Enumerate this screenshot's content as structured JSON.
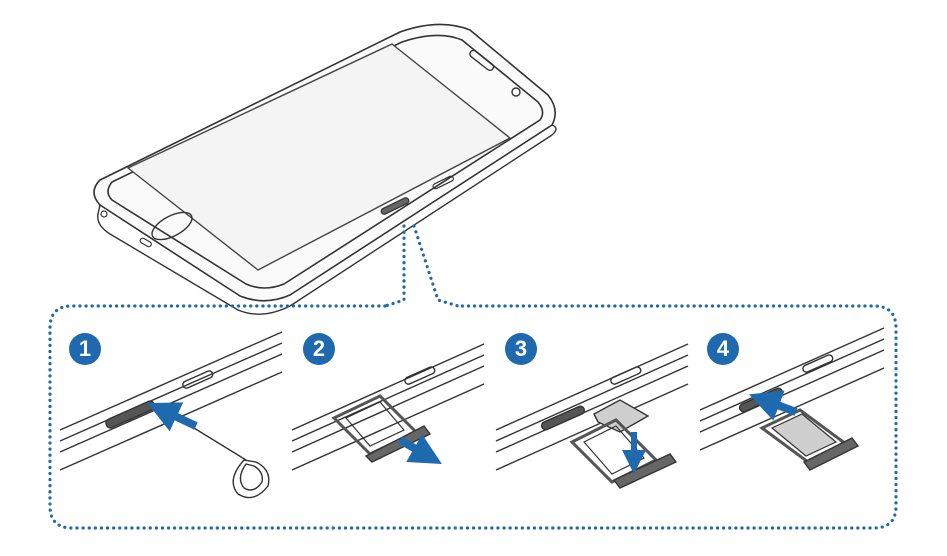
{
  "steps": [
    {
      "number": "1"
    },
    {
      "number": "2"
    },
    {
      "number": "3"
    },
    {
      "number": "4"
    }
  ],
  "colors": {
    "outline": "#333333",
    "badge": "#1f6aae",
    "arrow": "#1f6aae",
    "callout_dots": "#1f6aae",
    "screen": "#f4f4f4",
    "tray": "#555555",
    "sim_card": "#cfcfcf"
  },
  "icons": {
    "step_badge": "filled-circle-number",
    "arrow": "blue-arrow",
    "ejection_pin": "ejection-pin-icon",
    "sim_card": "sim-card-icon",
    "sim_tray": "sim-tray-icon"
  }
}
